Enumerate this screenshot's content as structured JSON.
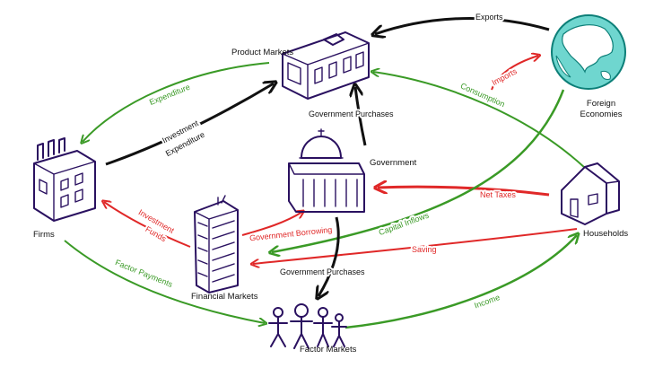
{
  "nodes": {
    "product_markets": "Product Markets",
    "foreign_economies_line1": "Foreign",
    "foreign_economies_line2": "Economies",
    "government": "Government",
    "firms": "Firms",
    "households": "Households",
    "financial_markets": "Financial Markets",
    "factor_markets": "Factor Markets"
  },
  "flows": {
    "exports": "Exports",
    "imports": "Imports",
    "expenditure": "Expenditure",
    "investment_expenditure_line1": "Investment",
    "investment_expenditure_line2": "Expenditure",
    "consumption": "Consumption",
    "government_purchases_top": "Government Purchases",
    "government_purchases_bottom": "Government Purchases",
    "net_taxes": "Net Taxes",
    "capital_inflows": "Capital Inflows",
    "investment_funds_line1": "Investment",
    "investment_funds_line2": "Funds",
    "government_borrowing": "Government Borrowing",
    "saving": "Saving",
    "factor_payments": "Factor Payments",
    "income": "Income"
  },
  "colors": {
    "goods_flow": "#111111",
    "market_flow": "#3a9a26",
    "financial_flow": "#e02828",
    "icon_ink": "#2a1160",
    "globe_fill": "#6fd6cf",
    "globe_land": "#ffffff"
  },
  "icons": [
    "building-icon",
    "globe-icon",
    "capitol-icon",
    "factory-icon",
    "house-icon",
    "skyscraper-icon",
    "people-icon"
  ]
}
